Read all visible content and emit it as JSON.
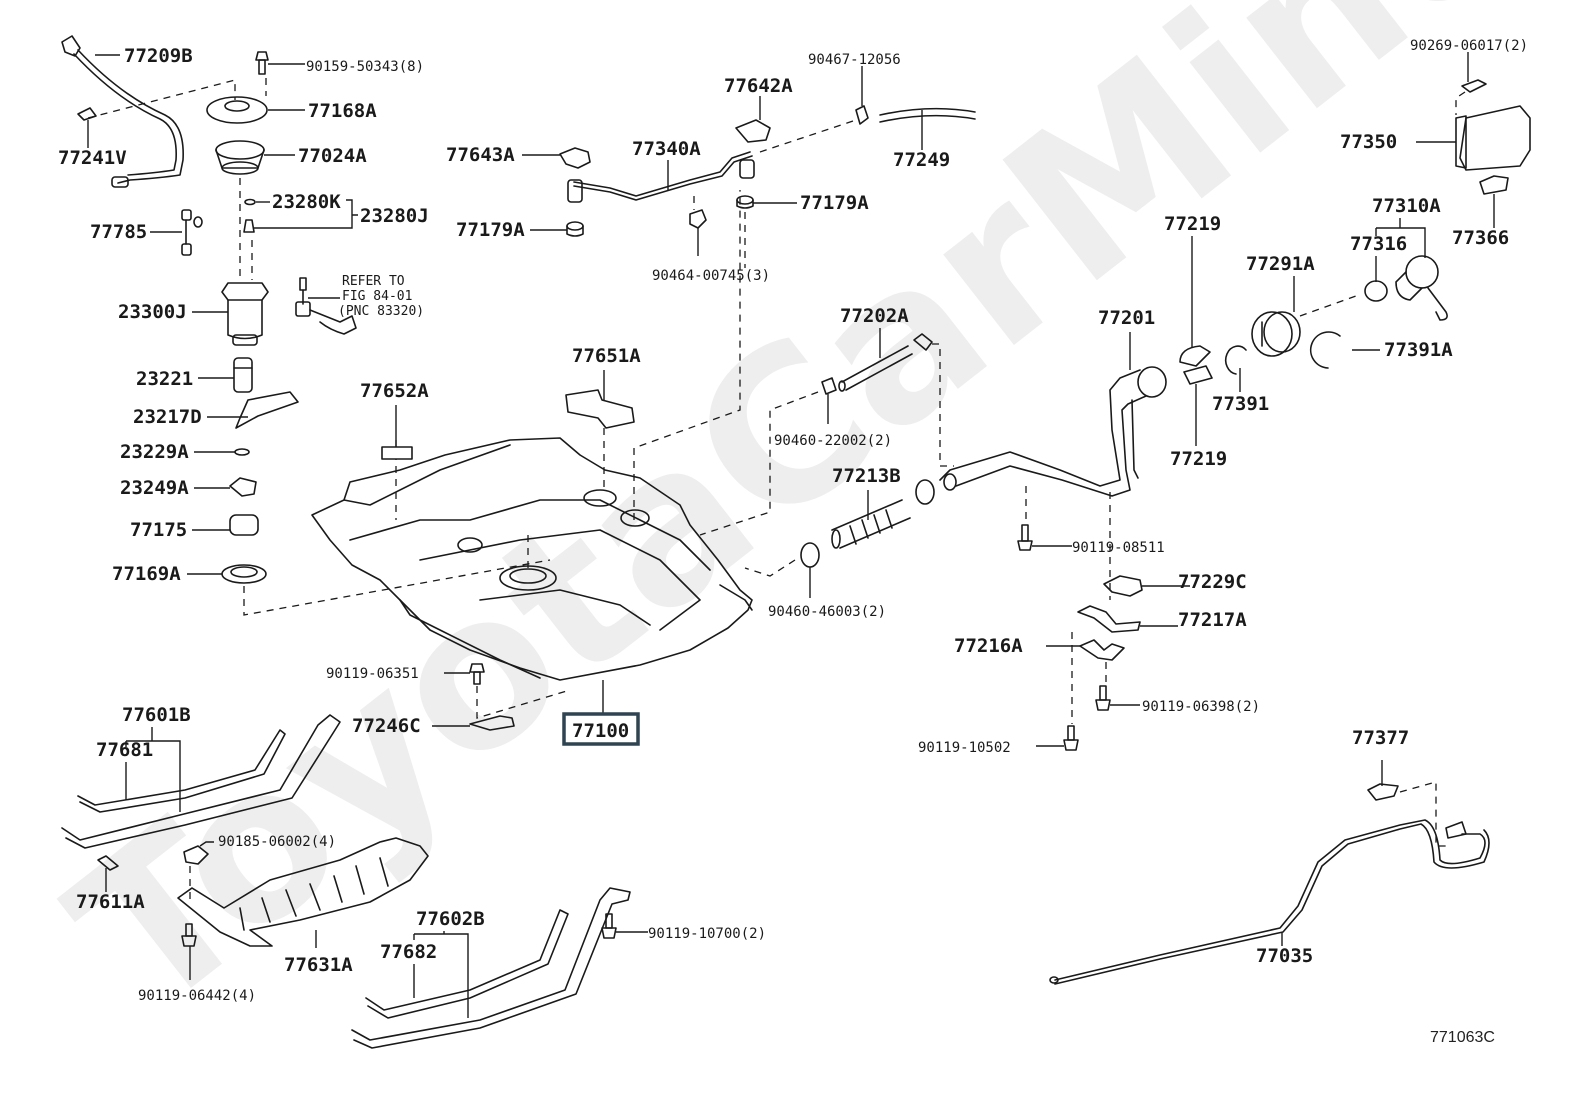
{
  "diagram": {
    "title": "Fuel tank and tube parts diagram",
    "watermark": "ToyotaCarMine.ru",
    "reference_code": "771063C",
    "highlight_color": "#2f4450",
    "highlighted_part": "77100",
    "note": {
      "line1": "REFER TO",
      "line2": "FIG 84-01",
      "line3": "(PNC 83320)"
    },
    "labels": {
      "p77209B": "77209B",
      "p90159": "90159-50343(8)",
      "p77168A": "77168A",
      "p77241V": "77241V",
      "p77024A": "77024A",
      "p23280K": "23280K",
      "p23280J": "23280J",
      "p77785": "77785",
      "p23300J": "23300J",
      "p23221": "23221",
      "p23217D": "23217D",
      "p23229A": "23229A",
      "p23249A": "23249A",
      "p77175": "77175",
      "p77169A": "77169A",
      "p77652A": "77652A",
      "p77651A": "77651A",
      "p77643A": "77643A",
      "p77340A": "77340A",
      "p77642A": "77642A",
      "p90467": "90467-12056",
      "p77249": "77249",
      "p77179A_l": "77179A",
      "p77179A_r": "77179A",
      "p90464": "90464-00745(3)",
      "p90269": "90269-06017(2)",
      "p77350": "77350",
      "p77366": "77366",
      "p77310A": "77310A",
      "p77316": "77316",
      "p77219_t": "77219",
      "p77291A": "77291A",
      "p77201": "77201",
      "p77391": "77391",
      "p77391A": "77391A",
      "p77219_b": "77219",
      "p77202A": "77202A",
      "p90460_22002": "90460-22002(2)",
      "p77213B": "77213B",
      "p90460_46003": "90460-46003(2)",
      "p90119_08511": "90119-08511",
      "p77229C": "77229C",
      "p77217A": "77217A",
      "p77216A": "77216A",
      "p90119_06398": "90119-06398(2)",
      "p90119_10502": "90119-10502",
      "p90119_06351": "90119-06351",
      "p77246C": "77246C",
      "p77100": "77100",
      "p77601B": "77601B",
      "p77681": "77681",
      "p90185": "90185-06002(4)",
      "p77611A": "77611A",
      "p77631A": "77631A",
      "p90119_06442": "90119-06442(4)",
      "p77602B": "77602B",
      "p77682": "77682",
      "p90119_10700": "90119-10700(2)",
      "p77377": "77377",
      "p77035": "77035"
    }
  }
}
